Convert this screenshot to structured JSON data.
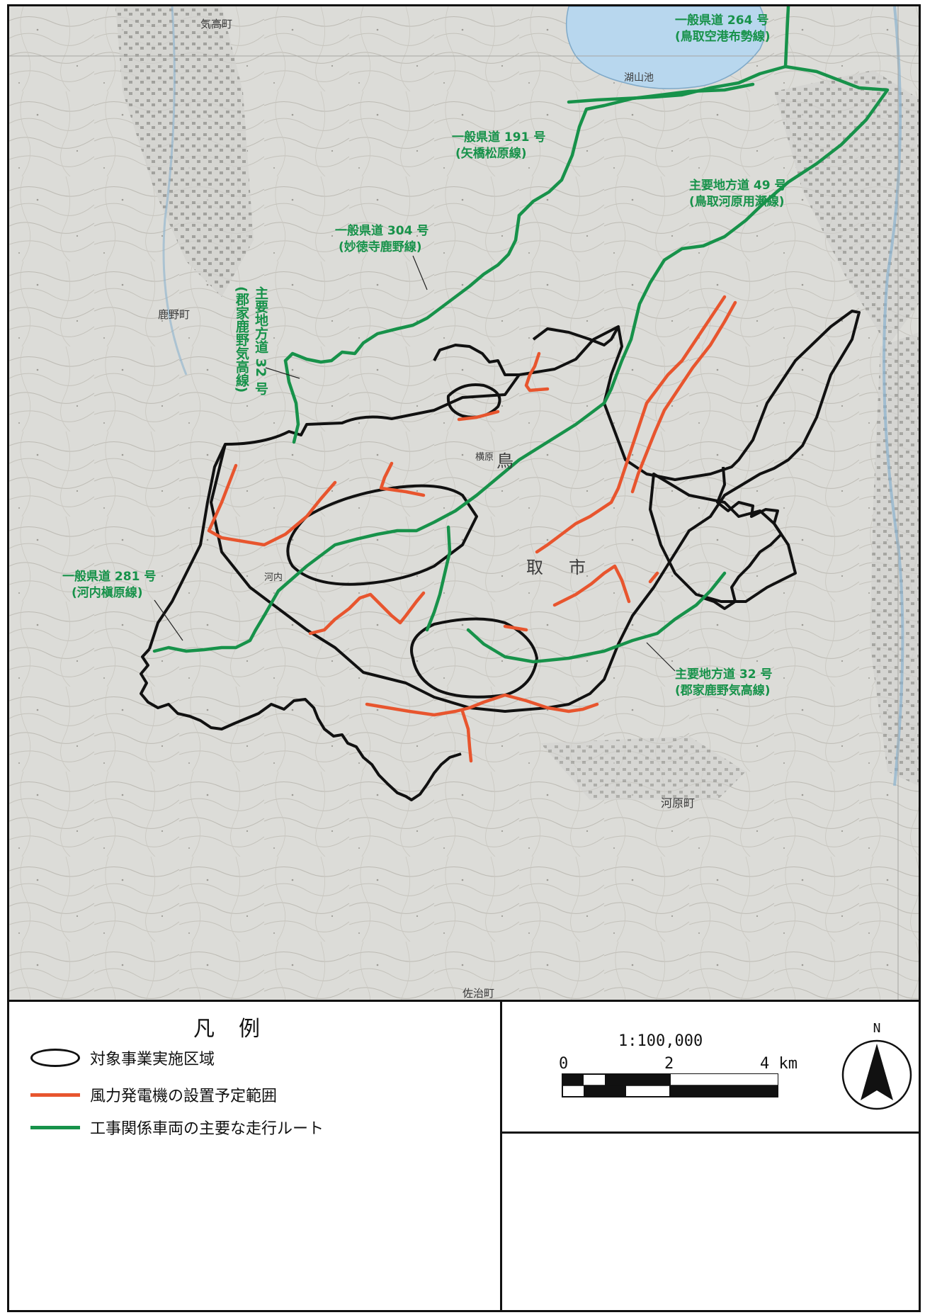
{
  "roads": [
    {
      "id": "r264",
      "line1": "一般県道 264 号",
      "line2": "(鳥取空港布勢線)"
    },
    {
      "id": "r191",
      "line1": "一般県道 191 号",
      "line2": "(矢橋松原線)"
    },
    {
      "id": "r49",
      "line1": "主要地方道 49 号",
      "line2": "(鳥取河原用瀬線)"
    },
    {
      "id": "r304",
      "line1": "一般県道 304 号",
      "line2": "(妙徳寺鹿野線)"
    },
    {
      "id": "r32v",
      "line1": "主要地方道 32 号",
      "line2": "(郡家鹿野気高線)"
    },
    {
      "id": "r281",
      "line1": "一般県道 281 号",
      "line2": "(河内槇原線)"
    },
    {
      "id": "r32",
      "line1": "主要地方道 32 号",
      "line2": "(郡家鹿野気高線)"
    }
  ],
  "places": [
    "鳥",
    "取",
    "市",
    "河原町",
    "鹿野町",
    "気高町",
    "湖山池",
    "佐治町",
    "河内",
    "横原"
  ],
  "legend": {
    "title": "凡例",
    "items": [
      {
        "label": "対象事業実施区域",
        "swatch": "area",
        "color": "#111111"
      },
      {
        "label": "風力発電機の設置予定範囲",
        "swatch": "line",
        "color": "#e8552e"
      },
      {
        "label": "工事関係車両の主要な走行ルート",
        "swatch": "line",
        "color": "#17924a"
      }
    ]
  },
  "scale": {
    "ratio": "1:100,000",
    "ticks": [
      "0",
      "2",
      "4 km"
    ]
  },
  "north_arrow": {
    "label": "N"
  },
  "colors": {
    "map_background": "#dcdcd8",
    "contour": "#b9b7b0",
    "water": "#b8d7ee",
    "area_boundary": "#111111",
    "turbine_range": "#e8552e",
    "route": "#17924a"
  }
}
